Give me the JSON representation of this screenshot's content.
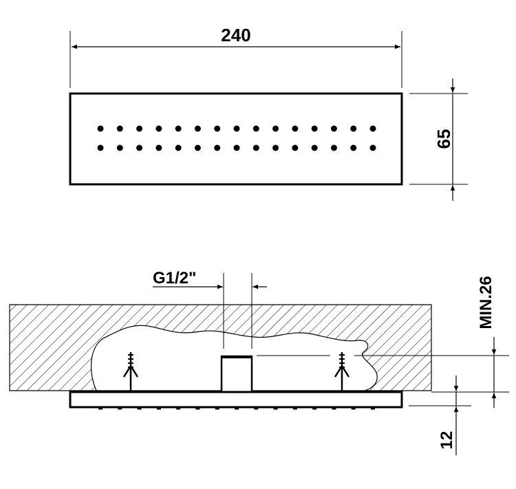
{
  "top_view": {
    "width_label": "240",
    "height_label": "65",
    "nozzle_rows": 2,
    "nozzles_per_row": 15
  },
  "side_view": {
    "thread_label": "G1/2\"",
    "depth_label": "MIN.26",
    "thickness_label": "12"
  },
  "colors": {
    "line": "#000000",
    "background": "#ffffff"
  }
}
